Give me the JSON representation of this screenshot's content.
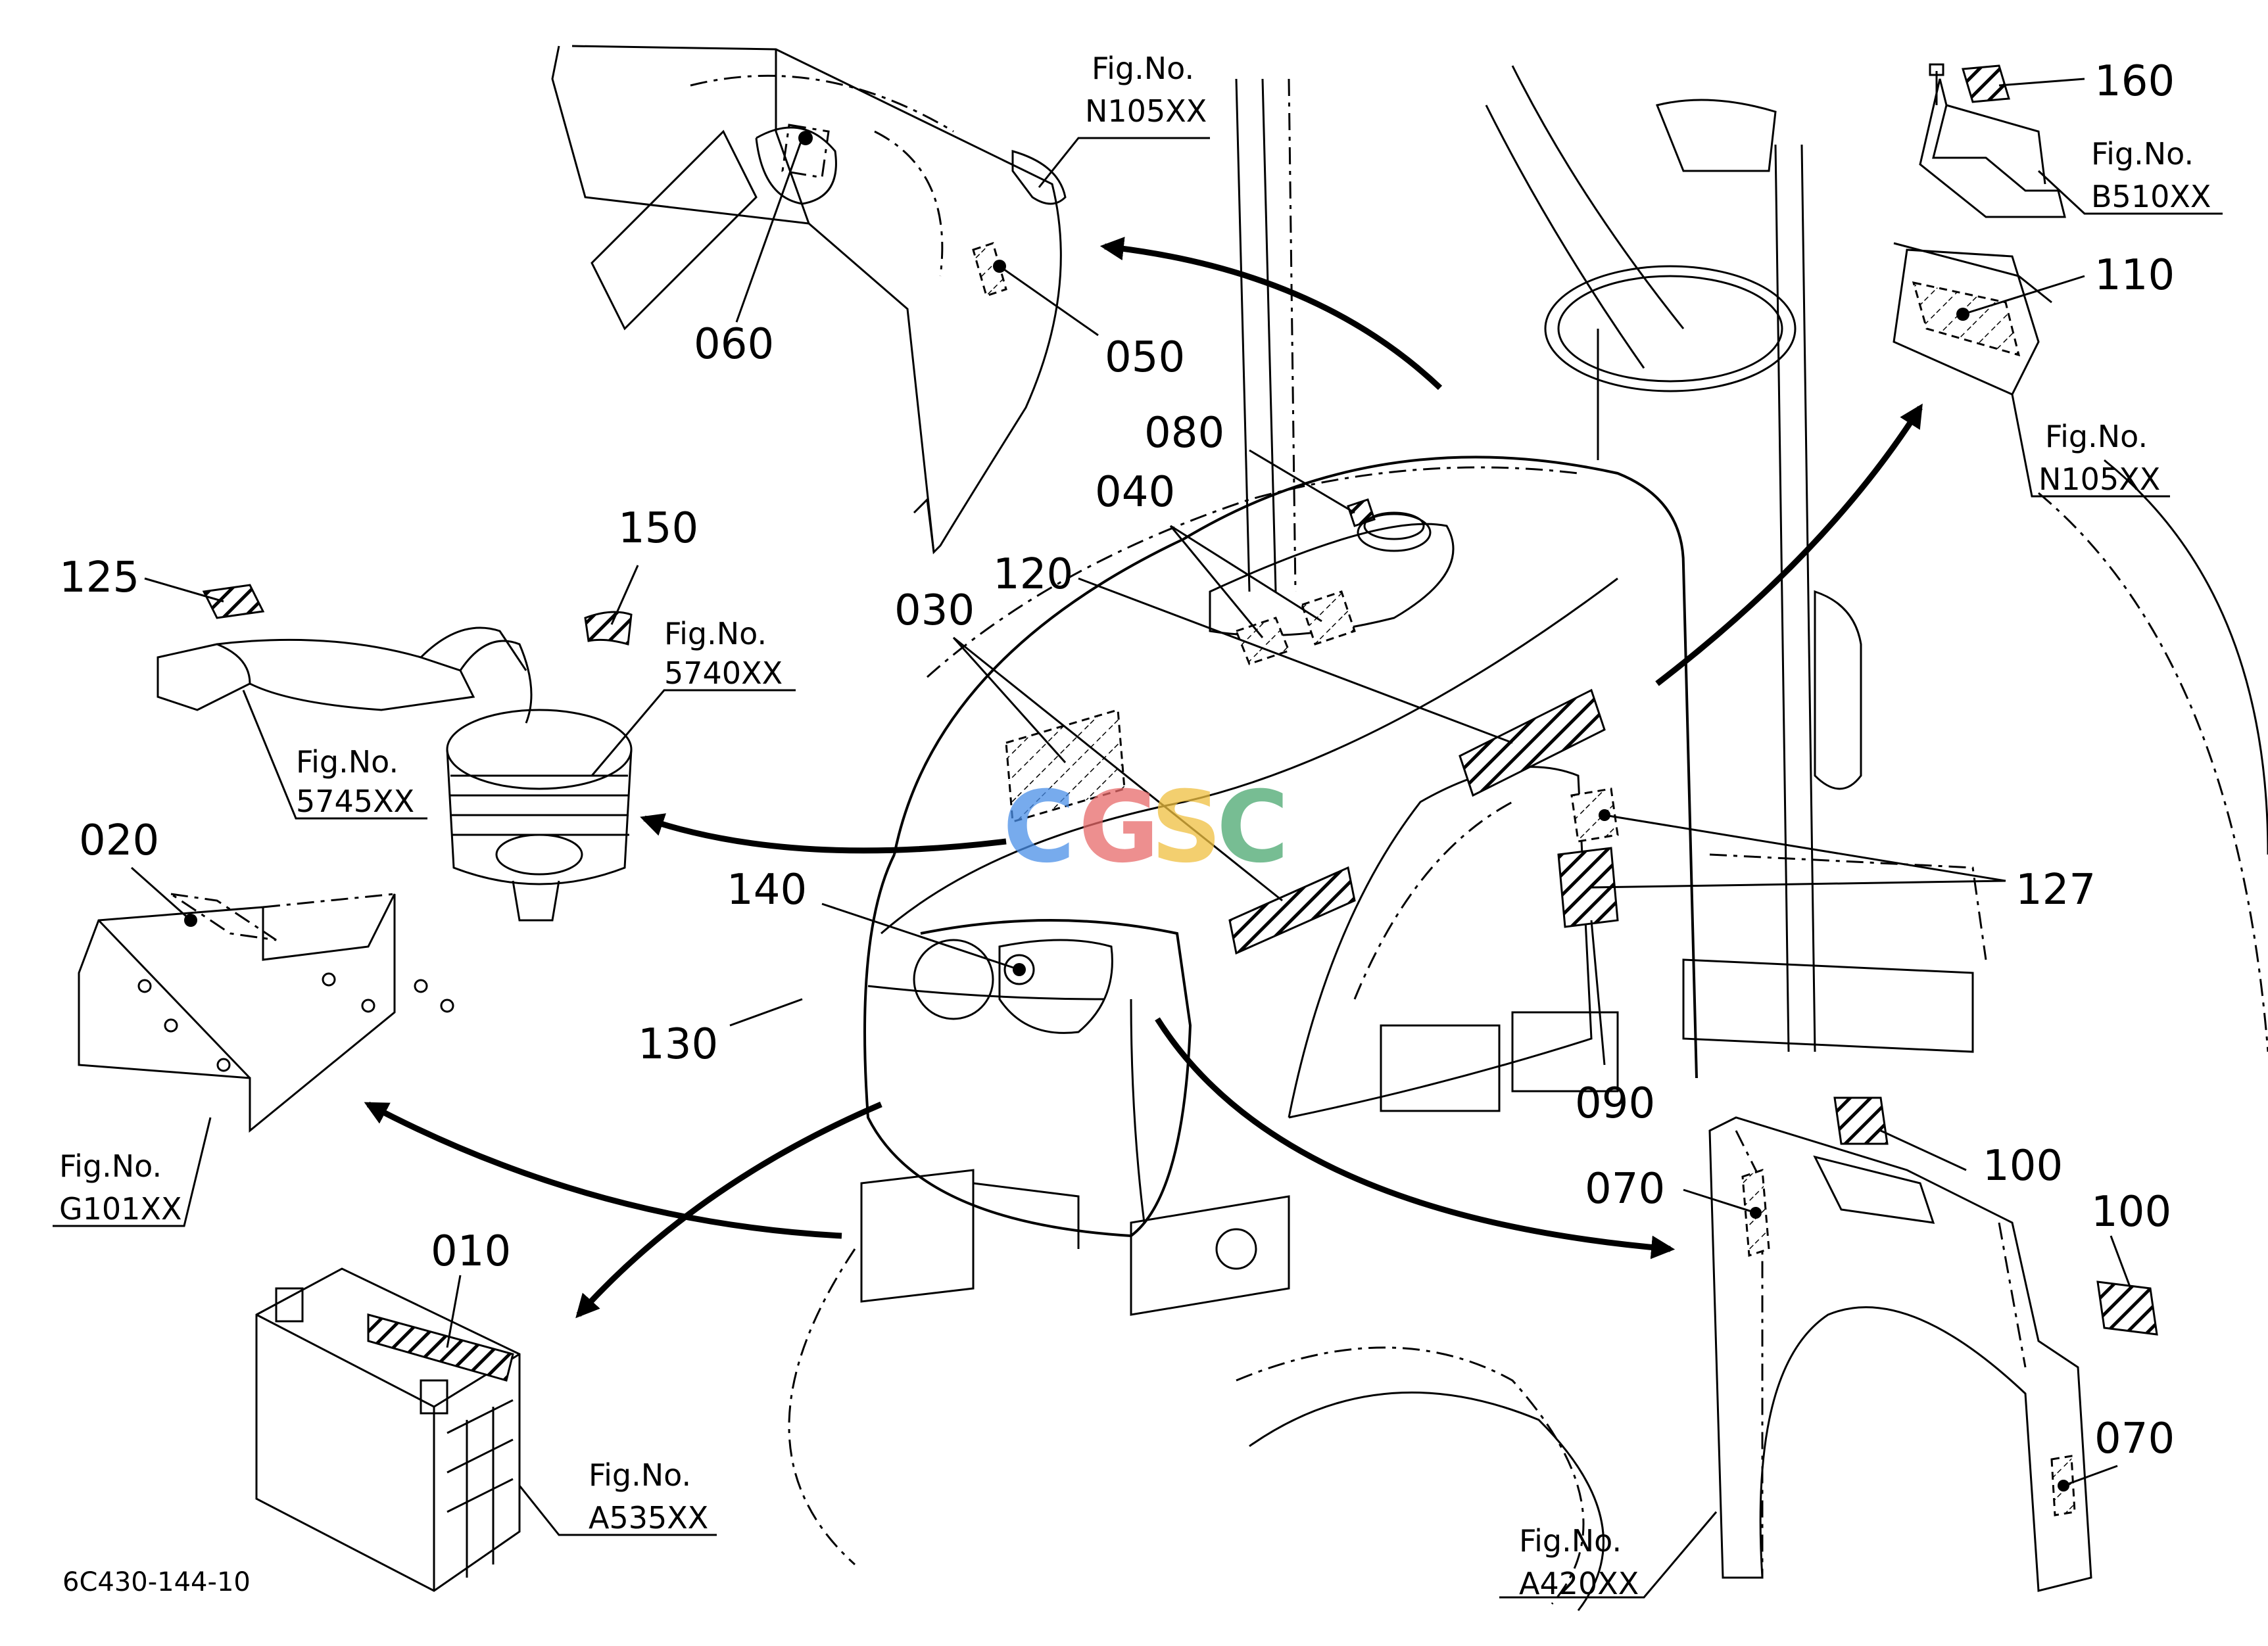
{
  "drawing_code": "6C430-144-10",
  "watermark": {
    "letters": [
      "C",
      "G",
      "S",
      "C"
    ],
    "colors": [
      "#4a8fe8",
      "#e86a6a",
      "#f0c040",
      "#4aa870"
    ]
  },
  "callouts": {
    "c010": "010",
    "c020": "020",
    "c030": "030",
    "c040": "040",
    "c050": "050",
    "c060": "060",
    "c070a": "070",
    "c070b": "070",
    "c080": "080",
    "c090": "090",
    "c100a": "100",
    "c100b": "100",
    "c110": "110",
    "c120": "120",
    "c125": "125",
    "c127": "127",
    "c130": "130",
    "c140": "140",
    "c150": "150",
    "c160": "160"
  },
  "fig_refs": {
    "n105_top": {
      "prefix": "Fig.No.",
      "code": "N105XX"
    },
    "b510": {
      "prefix": "Fig.No.",
      "code": "B510XX"
    },
    "n105_right": {
      "prefix": "Fig.No.",
      "code": "N105XX"
    },
    "f5740": {
      "prefix": "Fig.No.",
      "code": "5740XX"
    },
    "f5745": {
      "prefix": "Fig.No.",
      "code": "5745XX"
    },
    "g101": {
      "prefix": "Fig.No.",
      "code": "G101XX"
    },
    "a535": {
      "prefix": "Fig.No.",
      "code": "A535XX"
    },
    "a420": {
      "prefix": "Fig.No.",
      "code": "A420XX"
    }
  }
}
